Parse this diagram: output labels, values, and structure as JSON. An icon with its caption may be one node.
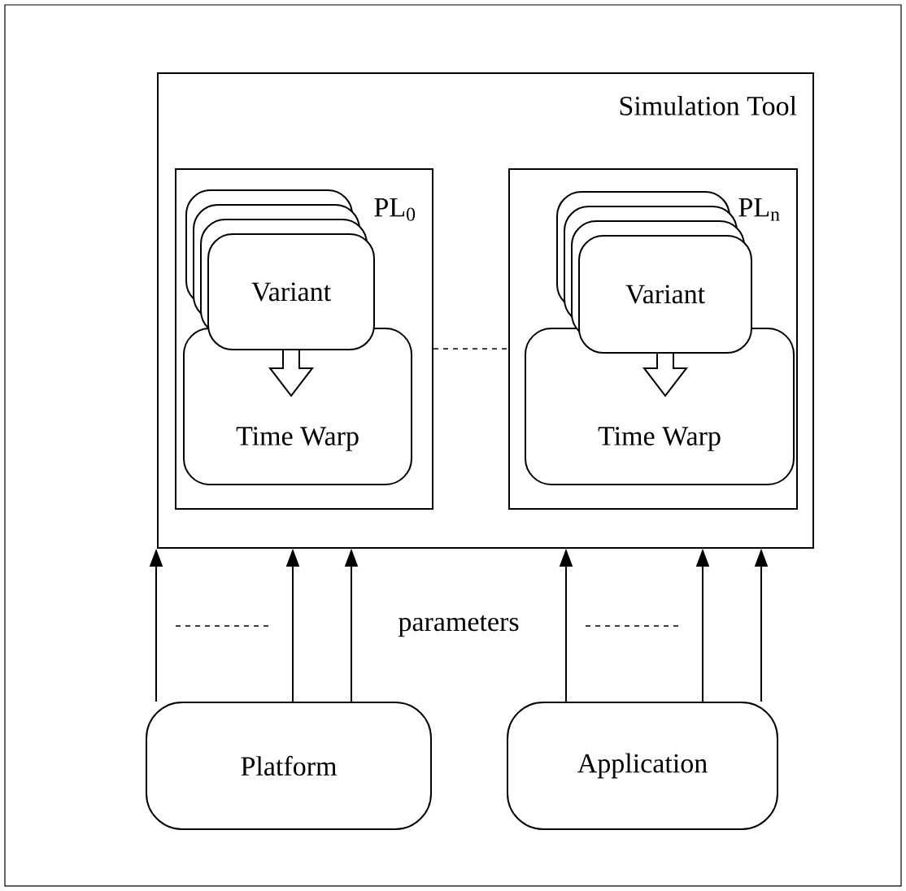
{
  "diagram": {
    "nodes": [
      {
        "text": [
          "Simulation Tool"
        ]
      },
      {
        "text": [
          "PL$_{0}$"
        ],
        "in": 0
      },
      {
        "text": [
          "Variant"
        ],
        "in": 1
      },
      {
        "text": [
          "Time Warp"
        ],
        "in": 1
      },
      {
        "text": [
          "PL$_{n}$"
        ],
        "in": 0
      },
      {
        "text": [
          "Variant"
        ],
        "in": 4
      },
      {
        "text": [
          "Time Warp"
        ],
        "in": 4
      },
      {
        "text": [
          "Platform"
        ]
      },
      {
        "text": [
          "Application"
        ]
      }
    ],
    "edges": [
      {
        "from": 2,
        "to": 3,
        "arrow": "to"
      },
      {
        "from": 5,
        "to": 6,
        "arrow": "to"
      },
      {
        "from": 1,
        "to": 4,
        "arrow": "none",
        "style": "dashed"
      },
      {
        "from": 7,
        "to": 0,
        "arrow": "to"
      },
      {
        "from": 7,
        "to": 0,
        "arrow": "to"
      },
      {
        "from": 7,
        "to": 0,
        "arrow": "to"
      },
      {
        "from": 8,
        "to": 0,
        "arrow": "to"
      },
      {
        "from": 8,
        "to": 0,
        "arrow": "to"
      },
      {
        "from": 8,
        "to": 0,
        "arrow": "to"
      }
    ],
    "labels": [
      "parameters"
    ]
  }
}
